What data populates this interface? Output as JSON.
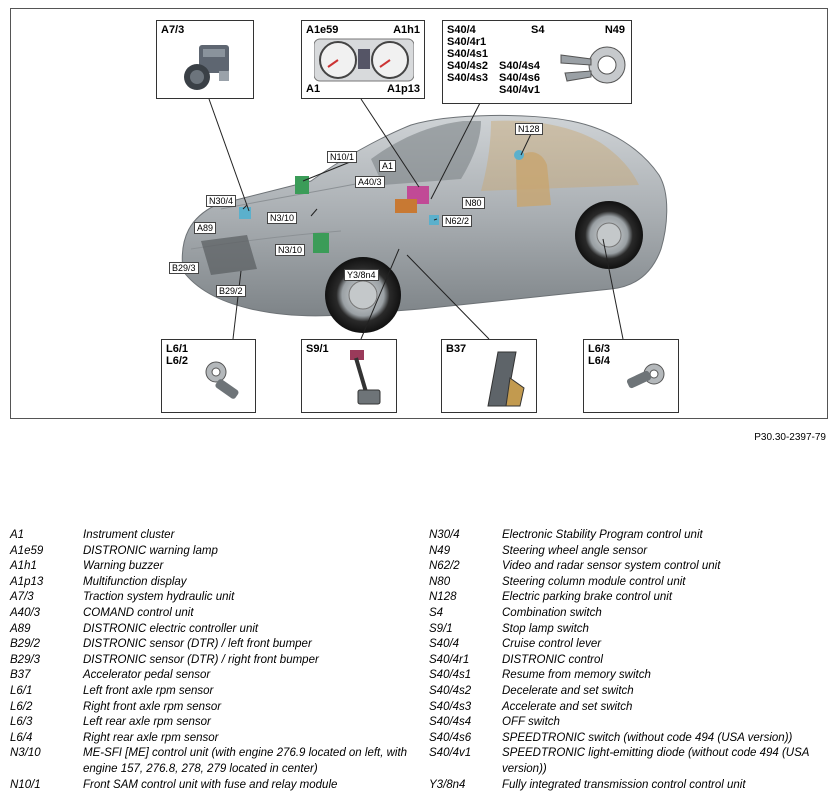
{
  "figure_ref": "P30.30-2397-79",
  "callouts": {
    "a7_3": [
      "A7/3"
    ],
    "cluster": [
      "A1e59",
      "A1h1",
      "A1",
      "A1p13"
    ],
    "switch_left": [
      "S40/4",
      "S40/4r1",
      "S40/4s1",
      "S40/4s2",
      "S40/4s3"
    ],
    "switch_right": [
      "S40/4s4",
      "S40/4s6",
      "S40/4v1"
    ],
    "switch_top": [
      "S4",
      "N49"
    ],
    "l6_front": [
      "L6/1",
      "L6/2"
    ],
    "s9_1": [
      "S9/1"
    ],
    "b37": [
      "B37"
    ],
    "l6_rear": [
      "L6/3",
      "L6/4"
    ]
  },
  "car_labels": {
    "n10_1": "N10/1",
    "a1": "A1",
    "a40_3": "A40/3",
    "n30_4": "N30/4",
    "n3_10a": "N3/10",
    "n80": "N80",
    "n128": "N128",
    "n62_2": "N62/2",
    "a89": "A89",
    "n3_10b": "N3/10",
    "b29_3": "B29/3",
    "y3_8n4": "Y3/8n4",
    "b29_2": "B29/2"
  },
  "legend_left": [
    {
      "code": "A1",
      "desc": "Instrument cluster"
    },
    {
      "code": "A1e59",
      "desc": "DISTRONIC warning lamp"
    },
    {
      "code": "A1h1",
      "desc": "Warning buzzer"
    },
    {
      "code": "A1p13",
      "desc": "Multifunction display"
    },
    {
      "code": "A7/3",
      "desc": "Traction system hydraulic unit"
    },
    {
      "code": "A40/3",
      "desc": "COMAND control unit"
    },
    {
      "code": "A89",
      "desc": "DISTRONIC electric controller unit"
    },
    {
      "code": "B29/2",
      "desc": "DISTRONIC sensor (DTR) / left front bumper"
    },
    {
      "code": "B29/3",
      "desc": "DISTRONIC sensor (DTR) / right front bumper"
    },
    {
      "code": "B37",
      "desc": "Accelerator pedal sensor"
    },
    {
      "code": "L6/1",
      "desc": "Left front axle rpm sensor"
    },
    {
      "code": "L6/2",
      "desc": "Right front axle rpm sensor"
    },
    {
      "code": "L6/3",
      "desc": "Left rear axle rpm sensor"
    },
    {
      "code": "L6/4",
      "desc": "Right rear axle rpm sensor"
    },
    {
      "code": "N3/10",
      "desc": "ME-SFI [ME] control unit (with engine 276.9 located on left, with engine 157, 276.8, 278, 279 located in center)"
    },
    {
      "code": "N10/1",
      "desc": "Front SAM control unit with fuse and relay module"
    }
  ],
  "legend_right": [
    {
      "code": "N30/4",
      "desc": "Electronic Stability Program control unit"
    },
    {
      "code": "N49",
      "desc": "Steering wheel angle sensor"
    },
    {
      "code": "N62/2",
      "desc": "Video and radar sensor system control unit"
    },
    {
      "code": "N80",
      "desc": "Steering column module control unit"
    },
    {
      "code": "N128",
      "desc": "Electric parking brake control unit"
    },
    {
      "code": "S4",
      "desc": "Combination switch"
    },
    {
      "code": "S9/1",
      "desc": "Stop lamp switch"
    },
    {
      "code": "S40/4",
      "desc": "Cruise control lever"
    },
    {
      "code": "S40/4r1",
      "desc": "DISTRONIC control"
    },
    {
      "code": "S40/4s1",
      "desc": "Resume from memory switch"
    },
    {
      "code": "S40/4s2",
      "desc": "Decelerate and set switch"
    },
    {
      "code": "S40/4s3",
      "desc": "Accelerate and set switch"
    },
    {
      "code": "S40/4s4",
      "desc": "OFF switch"
    },
    {
      "code": "S40/4s6",
      "desc": "SPEEDTRONIC switch (without code 494 (USA version))"
    },
    {
      "code": "S40/4v1",
      "desc": "SPEEDTRONIC light-emitting diode (without code 494 (USA version))"
    },
    {
      "code": "Y3/8n4",
      "desc": "Fully integrated transmission control control unit"
    }
  ]
}
